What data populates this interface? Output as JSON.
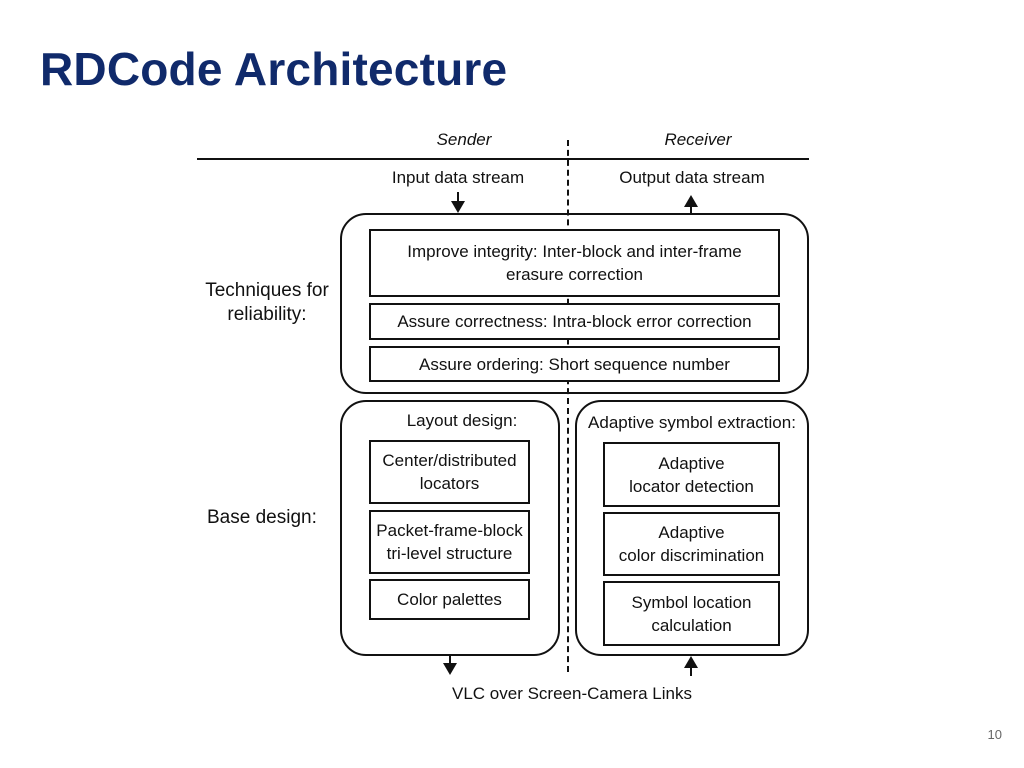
{
  "slide": {
    "title": "RDCode Architecture",
    "page_number": "10"
  },
  "diagram": {
    "sender_label": "Sender",
    "receiver_label": "Receiver",
    "input_label": "Input data stream",
    "output_label": "Output data stream",
    "reliability_label_line1": "Techniques for",
    "reliability_label_line2": "reliability:",
    "reliability_boxes": [
      {
        "line1": "Improve integrity: Inter-block and inter-frame",
        "line2": "erasure correction"
      },
      {
        "line1": "Assure correctness: Intra-block error correction",
        "line2": ""
      },
      {
        "line1": "Assure ordering: Short sequence number",
        "line2": ""
      }
    ],
    "base_label": "Base design:",
    "layout_header": "Layout design:",
    "layout_boxes": [
      {
        "line1": "Center/distributed",
        "line2": "locators"
      },
      {
        "line1": "Packet-frame-block",
        "line2": "tri-level structure"
      },
      {
        "line1": "Color palettes",
        "line2": ""
      }
    ],
    "extraction_header": "Adaptive symbol extraction:",
    "extraction_boxes": [
      {
        "line1": "Adaptive",
        "line2": "locator detection"
      },
      {
        "line1": "Adaptive",
        "line2": "color discrimination"
      },
      {
        "line1": "Symbol location",
        "line2": "calculation"
      }
    ],
    "bottom_label": "VLC over Screen-Camera Links"
  }
}
